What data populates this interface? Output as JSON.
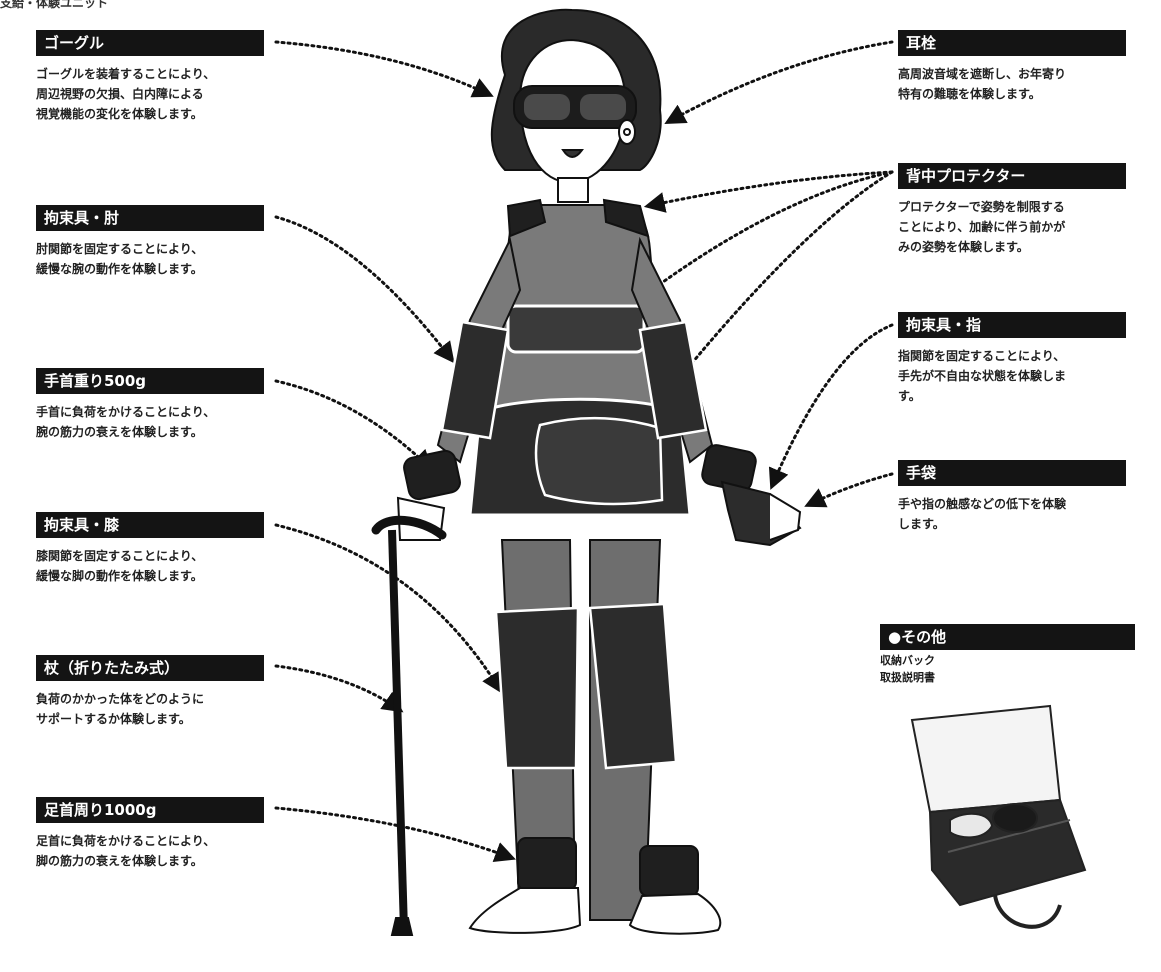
{
  "header_partial": "支給・体験ユニット",
  "items_left": [
    {
      "label": "ゴーグル",
      "desc": [
        "ゴーグルを装着することにより、",
        "周辺視野の欠損、白内障による",
        "視覚機能の変化を体験します。"
      ]
    },
    {
      "label": "拘束具・肘",
      "desc": [
        "肘関節を固定することにより、",
        "緩慢な腕の動作を体験します。"
      ]
    },
    {
      "label": "手首重り500g",
      "desc": [
        "手首に負荷をかけることにより、",
        "腕の筋力の衰えを体験します。"
      ]
    },
    {
      "label": "拘束具・膝",
      "desc": [
        "膝関節を固定することにより、",
        "緩慢な脚の動作を体験します。"
      ]
    },
    {
      "label": "杖（折りたたみ式）",
      "desc": [
        "負荷のかかった体をどのように",
        "サポートするか体験します。"
      ]
    },
    {
      "label": "足首周り1000g",
      "desc": [
        "足首に負荷をかけることにより、",
        "脚の筋力の衰えを体験します。"
      ]
    }
  ],
  "items_right": [
    {
      "label": "耳栓",
      "desc": [
        "高周波音域を遮断し、お年寄り",
        "特有の難聴を体験します。"
      ]
    },
    {
      "label": "背中プロテクター",
      "desc": [
        "プロテクターで姿勢を制限する",
        "ことにより、加齢に伴う前かが",
        "みの姿勢を体験します。"
      ]
    },
    {
      "label": "拘束具・指",
      "desc": [
        "指関節を固定することにより、",
        "手先が不自由な状態を体験しま",
        "す。"
      ]
    },
    {
      "label": "手袋",
      "desc": [
        "手や指の触感などの低下を体験",
        "します。"
      ]
    }
  ],
  "other": {
    "title": "●その他",
    "lines": [
      "収納バック",
      "取扱説明書"
    ]
  },
  "colors": {
    "label_bg": "#141414",
    "suit_dark": "#2e2e2e",
    "suit_mid": "#6e6e6e",
    "skin": "#ffffff"
  }
}
